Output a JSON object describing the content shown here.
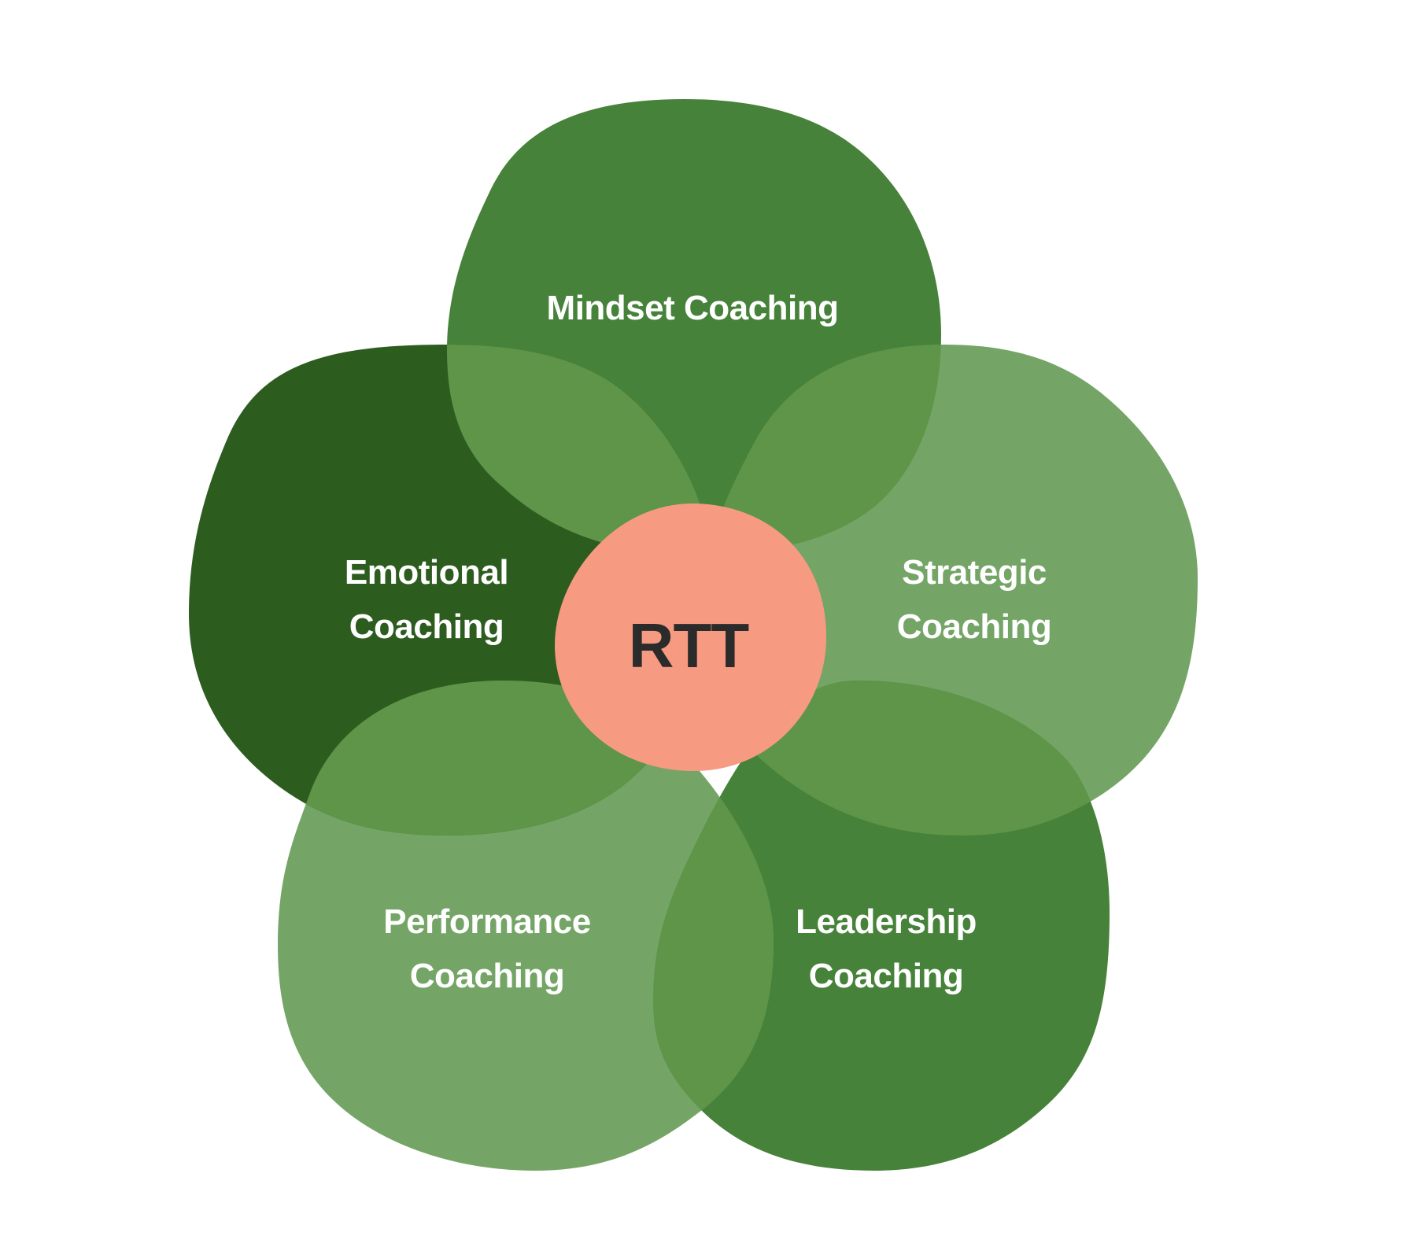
{
  "center": {
    "label": "RTT",
    "color": "#F69A82"
  },
  "petals": [
    {
      "id": "mindset",
      "lines": [
        "Mindset Coaching"
      ],
      "color": "#468239"
    },
    {
      "id": "strategic",
      "lines": [
        "Strategic",
        "Coaching"
      ],
      "color": "#74A566"
    },
    {
      "id": "leadership",
      "lines": [
        "Leadership",
        "Coaching"
      ],
      "color": "#468239"
    },
    {
      "id": "performance",
      "lines": [
        "Performance",
        "Coaching"
      ],
      "color": "#74A566"
    },
    {
      "id": "emotional",
      "lines": [
        "Emotional",
        "Coaching"
      ],
      "color": "#2D5C1F"
    }
  ],
  "overlap_color": "#5E9548"
}
